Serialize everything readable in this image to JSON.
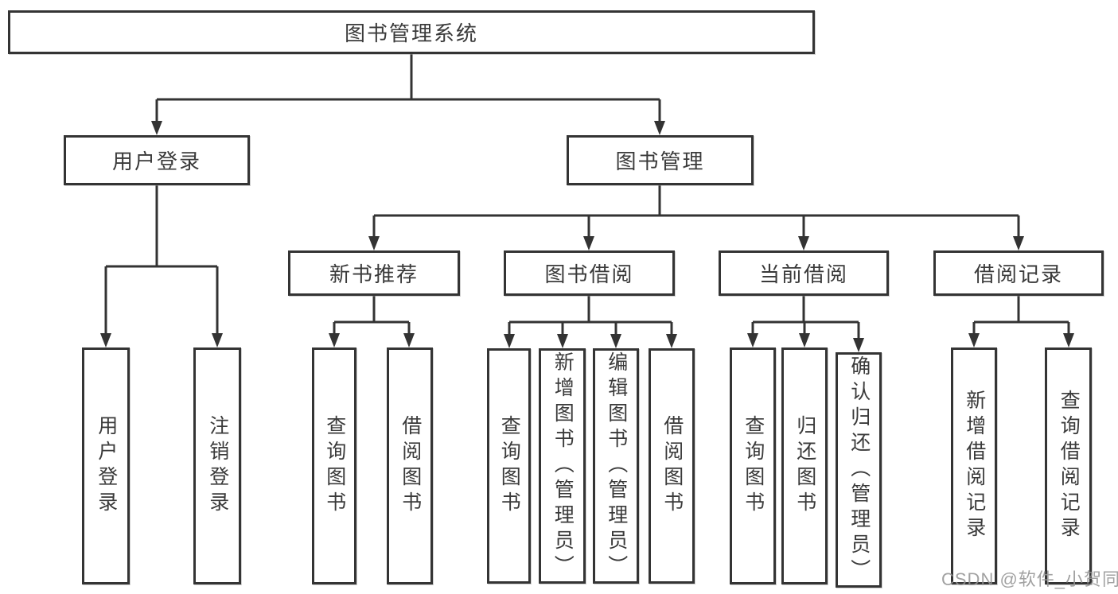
{
  "diagram": {
    "root": {
      "label": "图书管理系统"
    },
    "level2": {
      "user_login": {
        "label": "用户登录"
      },
      "book_mgmt": {
        "label": "图书管理"
      }
    },
    "level3": {
      "new_book_rec": {
        "label": "新书推荐"
      },
      "book_borrow": {
        "label": "图书借阅"
      },
      "current_borrow": {
        "label": "当前借阅"
      },
      "borrow_records": {
        "label": "借阅记录"
      }
    },
    "leaves": {
      "user_login": {
        "label": "用户登录"
      },
      "logout": {
        "label": "注销登录"
      },
      "rec_query_book": {
        "label": "查询图书"
      },
      "rec_borrow_book": {
        "label": "借阅图书"
      },
      "borrow_query_book": {
        "label": "查询图书"
      },
      "borrow_add_book": {
        "label": "新增图书（管理员）"
      },
      "borrow_edit_book": {
        "label": "编辑图书（管理员）"
      },
      "borrow_borrow_book": {
        "label": "借阅图书"
      },
      "current_query_book": {
        "label": "查询图书"
      },
      "current_return_book": {
        "label": "归还图书"
      },
      "current_confirm_return": {
        "label": "确认归还（管理员）"
      },
      "records_add_record": {
        "label": "新增借阅记录"
      },
      "records_query_record": {
        "label": "查询借阅记录"
      }
    }
  },
  "watermark": {
    "text": "CSDN @软件_小贺同学"
  },
  "colors": {
    "line": "#333333",
    "box_border": "#343434",
    "text": "#3a3a3a",
    "watermark": "#949494",
    "background": "#ffffff"
  }
}
